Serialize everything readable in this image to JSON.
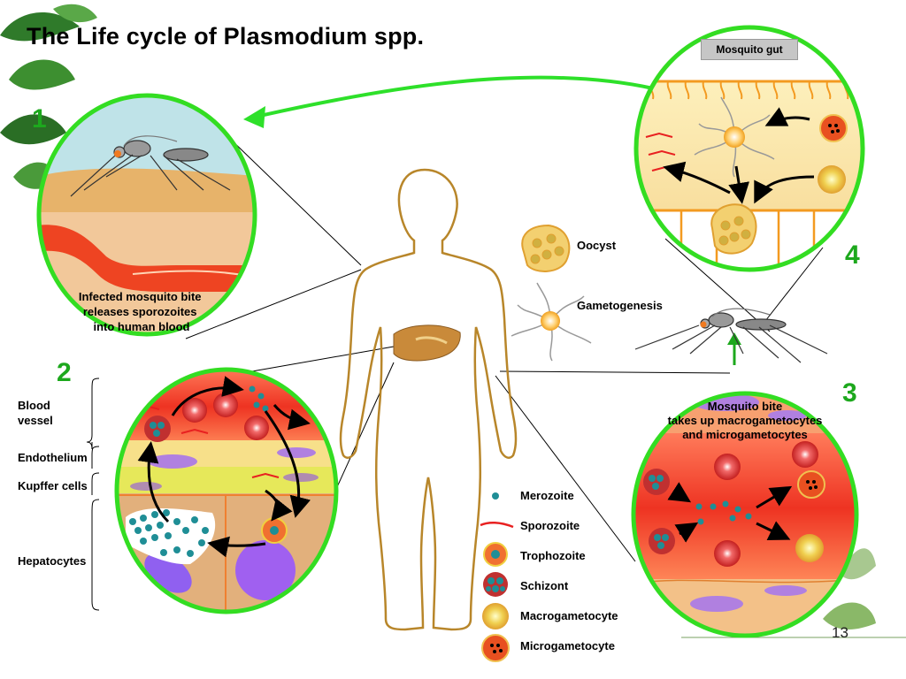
{
  "title": "The Life cycle of Plasmodium spp.",
  "steps": {
    "s1": "1",
    "s2": "2",
    "s3": "3",
    "s4": "4"
  },
  "panel1": {
    "caption_lines": [
      "Infected mosquito bite",
      "releases sporozoites",
      "into human blood"
    ]
  },
  "panel2": {
    "labels": {
      "blood_vessel_1": "Blood",
      "blood_vessel_2": "vessel",
      "endothelium": "Endothelium",
      "kupffer": "Kupffer cells",
      "hepatocytes": "Hepatocytes"
    }
  },
  "panel3": {
    "caption_lines": [
      "Mosquito bite",
      "takes up macrogametocytes",
      "and microgametocytes"
    ]
  },
  "panel4": {
    "tag": "Mosquito gut"
  },
  "stages": {
    "oocyst": "Oocyst",
    "gametogenesis": "Gametogenesis"
  },
  "legend": [
    {
      "label": "Merozoite",
      "icon": "merozoite-icon"
    },
    {
      "label": "Sporozoite",
      "icon": "sporozoite-icon"
    },
    {
      "label": "Trophozoite",
      "icon": "trophozoite-icon"
    },
    {
      "label": "Schizont",
      "icon": "schizont-icon"
    },
    {
      "label": "Macrogametocyte",
      "icon": "macrogametocyte-icon"
    },
    {
      "label": "Microgametocyte",
      "icon": "microgametocyte-icon"
    }
  ],
  "page_number": "13",
  "colors": {
    "ring": "#33dd22",
    "arrow": "#2ee02a",
    "step_number": "#1da81d",
    "body_outline": "#b8862a",
    "blood": "#ee3322",
    "tissue": "#e2b07c",
    "merozoite": "#1f8e96"
  }
}
